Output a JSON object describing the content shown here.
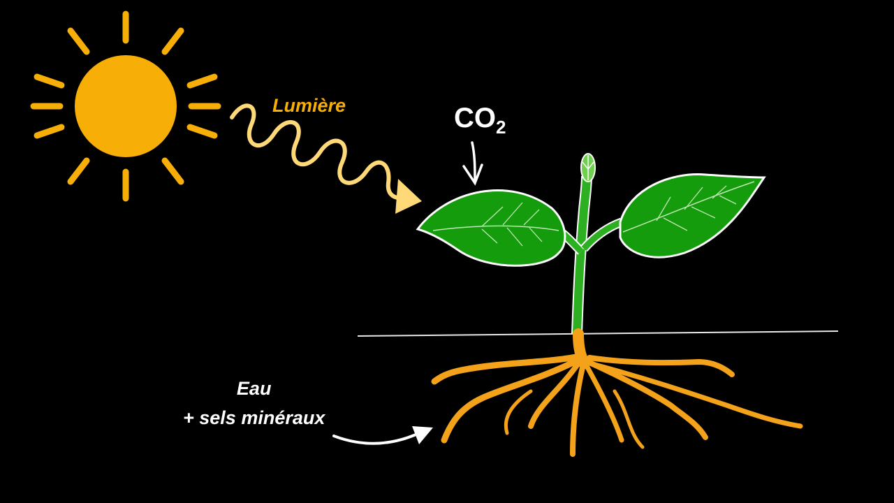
{
  "colors": {
    "background": "#000000",
    "sun": "#F7AE07",
    "light_wave": "#FFD978",
    "leaf": "#149C0C",
    "stem": "#2DAF22",
    "roots": "#F4A21A",
    "text_white": "#FFFFFF",
    "text_light": "#F7AE07"
  },
  "labels": {
    "light": "Lumière",
    "co2_main": "CO",
    "co2_sub": "2",
    "water_line1": "Eau",
    "water_line2": "+ sels minéraux"
  },
  "icons": {
    "sun": "sun-icon",
    "light_arrow": "wavy-arrow-icon",
    "co2_arrow": "down-arrow-icon",
    "water_arrow": "curved-arrow-icon",
    "plant": "plant-illustration"
  }
}
